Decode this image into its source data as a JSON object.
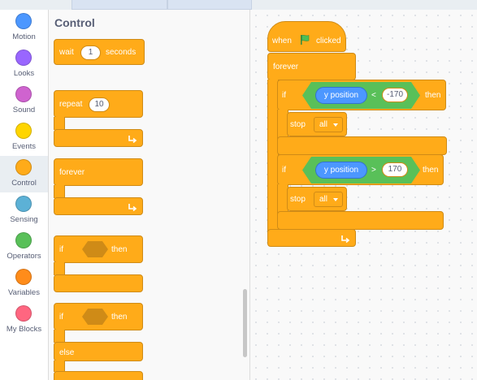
{
  "sidebar": {
    "categories": [
      {
        "label": "Motion",
        "color": "#4c97ff"
      },
      {
        "label": "Looks",
        "color": "#9966ff"
      },
      {
        "label": "Sound",
        "color": "#cf63cf"
      },
      {
        "label": "Events",
        "color": "#ffd500"
      },
      {
        "label": "Control",
        "color": "#ffab19"
      },
      {
        "label": "Sensing",
        "color": "#5cb1d6"
      },
      {
        "label": "Operators",
        "color": "#59c059"
      },
      {
        "label": "Variables",
        "color": "#ff8c1a"
      },
      {
        "label": "My Blocks",
        "color": "#ff6680"
      }
    ],
    "selected": "Control"
  },
  "palette": {
    "title": "Control",
    "wait": {
      "label": "wait",
      "value": "1",
      "unit": "seconds"
    },
    "repeat": {
      "label": "repeat",
      "value": "10"
    },
    "forever": {
      "label": "forever"
    },
    "if_then": {
      "if": "if",
      "then": "then"
    },
    "if_else": {
      "if": "if",
      "then": "then",
      "else": "else"
    }
  },
  "script": {
    "hat": {
      "when": "when",
      "clicked": "clicked",
      "icon": "green-flag-icon"
    },
    "forever": "forever",
    "if1": {
      "if": "if",
      "reporter": "y position",
      "op": "<",
      "value": "-170",
      "then": "then",
      "stop": "stop",
      "stop_option": "all"
    },
    "if2": {
      "if": "if",
      "reporter": "y position",
      "op": ">",
      "value": "170",
      "then": "then",
      "stop": "stop",
      "stop_option": "all"
    }
  }
}
